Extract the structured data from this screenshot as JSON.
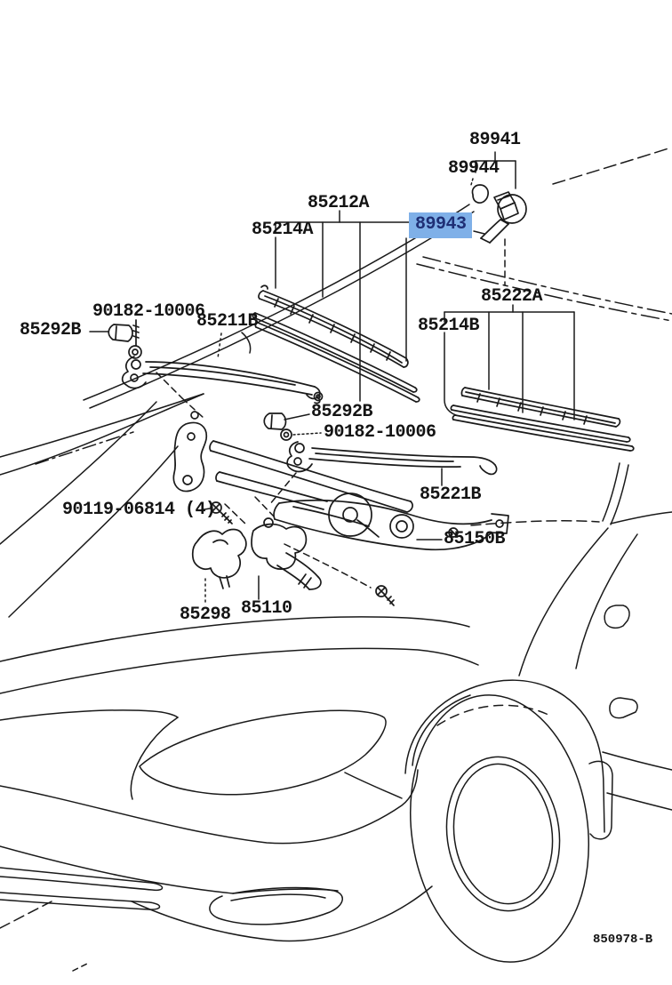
{
  "diagram": {
    "code": "850978-B",
    "highlighted_part": "89943",
    "colors": {
      "background": "#FFFFFF",
      "line": "#1A1A1A",
      "label_text": "#141414",
      "highlight_background": "#7FB0E8",
      "highlight_text": "#1F2F75"
    }
  },
  "part_labels": {
    "p89941": "89941",
    "p89944": "89944",
    "p85212A": "85212A",
    "p85214A": "85214A",
    "p89943": "89943",
    "p85222A": "85222A",
    "p90182_left": "90182-10006",
    "p85292B_left": "85292B",
    "p85211B": "85211B",
    "p85214B": "85214B",
    "p85292B_center": "85292B",
    "p90182_center": "90182-10006",
    "p85221B": "85221B",
    "p90119": "90119-06814 (4)",
    "p85150B": "85150B",
    "p85298": "85298",
    "p85110": "85110"
  }
}
